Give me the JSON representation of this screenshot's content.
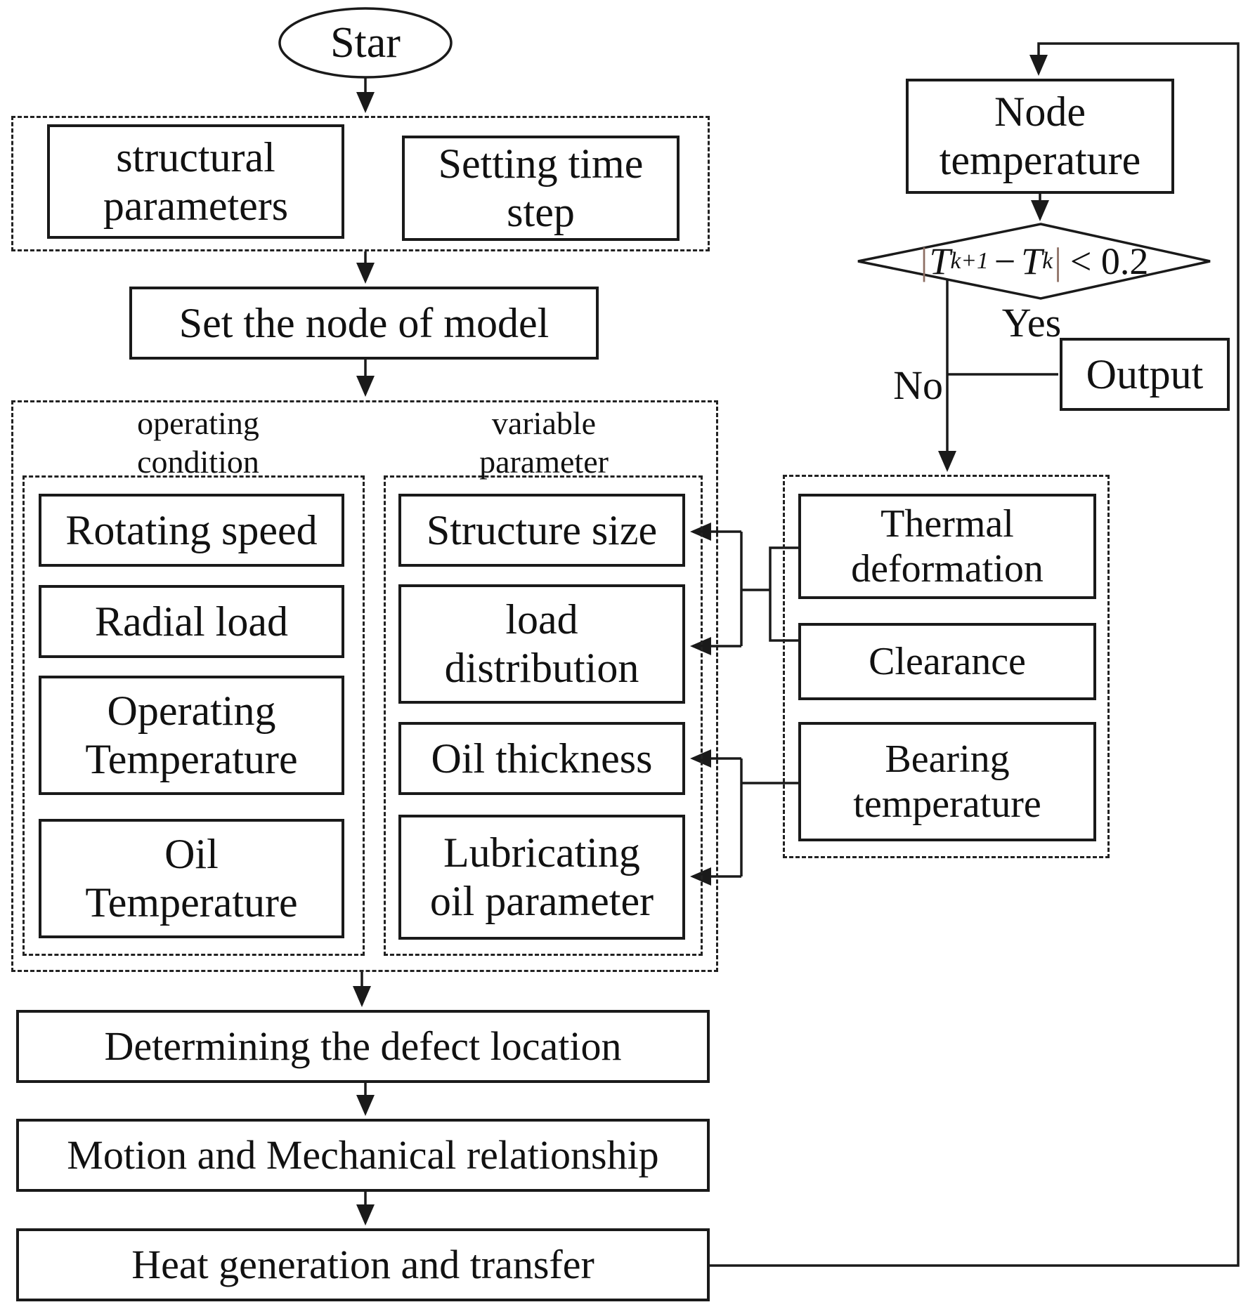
{
  "nodes": {
    "start": "Star",
    "structural": "structural\nparameters",
    "timestep": "Setting time\nstep",
    "setnode": "Set the node of model",
    "opcond": "operating\ncondition",
    "varparam": "variable\nparameter",
    "rotating": "Rotating speed",
    "radial": "Radial load",
    "optemp": "Operating\nTemperature",
    "oiltemp": "Oil\nTemperature",
    "structsize": "Structure size",
    "loaddist": "load\ndistribution",
    "oilthick": "Oil thickness",
    "lubparam": "Lubricating\noil parameter",
    "defect": "Determining the defect location",
    "motion": "Motion and Mechanical relationship",
    "heat": "Heat generation and transfer",
    "nodetemp": "Node\ntemperature",
    "output": "Output",
    "thermal": "Thermal\ndeformation",
    "clearance": "Clearance",
    "bearing": "Bearing\ntemperature"
  },
  "decision": {
    "bar": "|",
    "t": "T",
    "sub1": "k+1",
    "minus": "−",
    "sub2": "k",
    "rhs": "< 0.2"
  },
  "edges": {
    "yes": "Yes",
    "no": "No"
  },
  "colors": {
    "line": "#1a1a1a",
    "abs_bar": "#8d6e63",
    "background": "#ffffff"
  }
}
